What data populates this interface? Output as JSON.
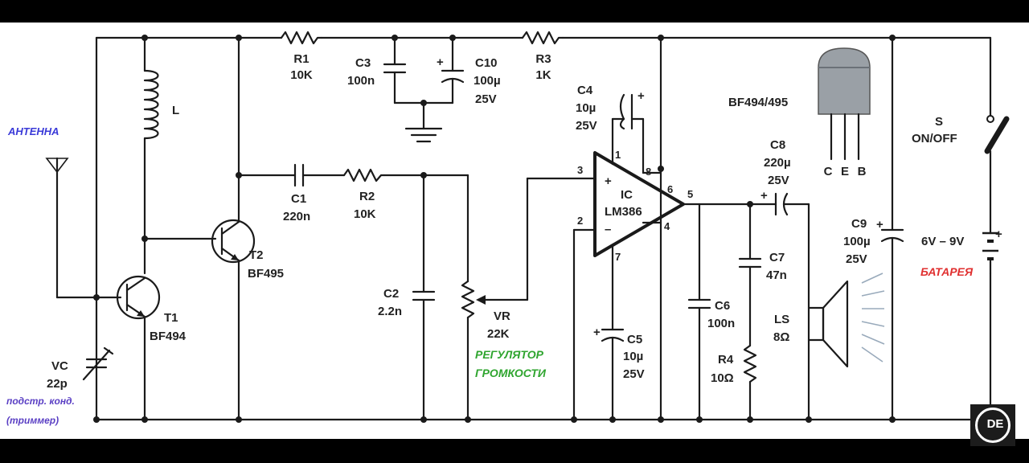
{
  "components": {
    "R1": {
      "ref": "R1",
      "value": "10K"
    },
    "R2": {
      "ref": "R2",
      "value": "10K"
    },
    "R3": {
      "ref": "R3",
      "value": "1K"
    },
    "R4": {
      "ref": "R4",
      "value": "10Ω"
    },
    "C1": {
      "ref": "C1",
      "value": "220n"
    },
    "C2": {
      "ref": "C2",
      "value": "2.2n"
    },
    "C3": {
      "ref": "C3",
      "value": "100n"
    },
    "C4": {
      "ref": "C4",
      "value": "10µ",
      "voltage": "25V"
    },
    "C5": {
      "ref": "C5",
      "value": "10µ",
      "voltage": "25V"
    },
    "C6": {
      "ref": "C6",
      "value": "100n"
    },
    "C7": {
      "ref": "C7",
      "value": "47n"
    },
    "C8": {
      "ref": "C8",
      "value": "220µ",
      "voltage": "25V"
    },
    "C9": {
      "ref": "C9",
      "value": "100µ",
      "voltage": "25V"
    },
    "C10": {
      "ref": "C10",
      "value": "100µ",
      "voltage": "25V"
    },
    "L": {
      "ref": "L"
    },
    "T1": {
      "ref": "T1",
      "part": "BF494"
    },
    "T2": {
      "ref": "T2",
      "part": "BF495"
    },
    "VC": {
      "ref": "VC",
      "value": "22p"
    },
    "VR": {
      "ref": "VR",
      "value": "22K"
    },
    "IC": {
      "ref": "IC",
      "part": "LM386"
    },
    "LS": {
      "ref": "LS",
      "value": "8Ω"
    },
    "S": {
      "ref": "S",
      "desc": "ON/OFF"
    },
    "battery": {
      "value": "6V – 9V"
    }
  },
  "ic_pins": {
    "p1": "1",
    "p2": "2",
    "p3": "3",
    "p4": "4",
    "p5": "5",
    "p6": "6",
    "p7": "7",
    "p8": "8",
    "plus": "+",
    "minus": "–"
  },
  "transistor_pinout": {
    "title": "BF494/495",
    "c": "C",
    "e": "E",
    "b": "B"
  },
  "annotations": {
    "antenna": "АНТЕННА",
    "trimmer_1": "подстр. конд.",
    "trimmer_2": "(триммер)",
    "volume_1": "РЕГУЛЯТОР",
    "volume_2": "ГРОМКОСТИ",
    "battery": "БАТАРЕЯ"
  },
  "polarity": "+",
  "logo": {
    "text": "DE"
  }
}
